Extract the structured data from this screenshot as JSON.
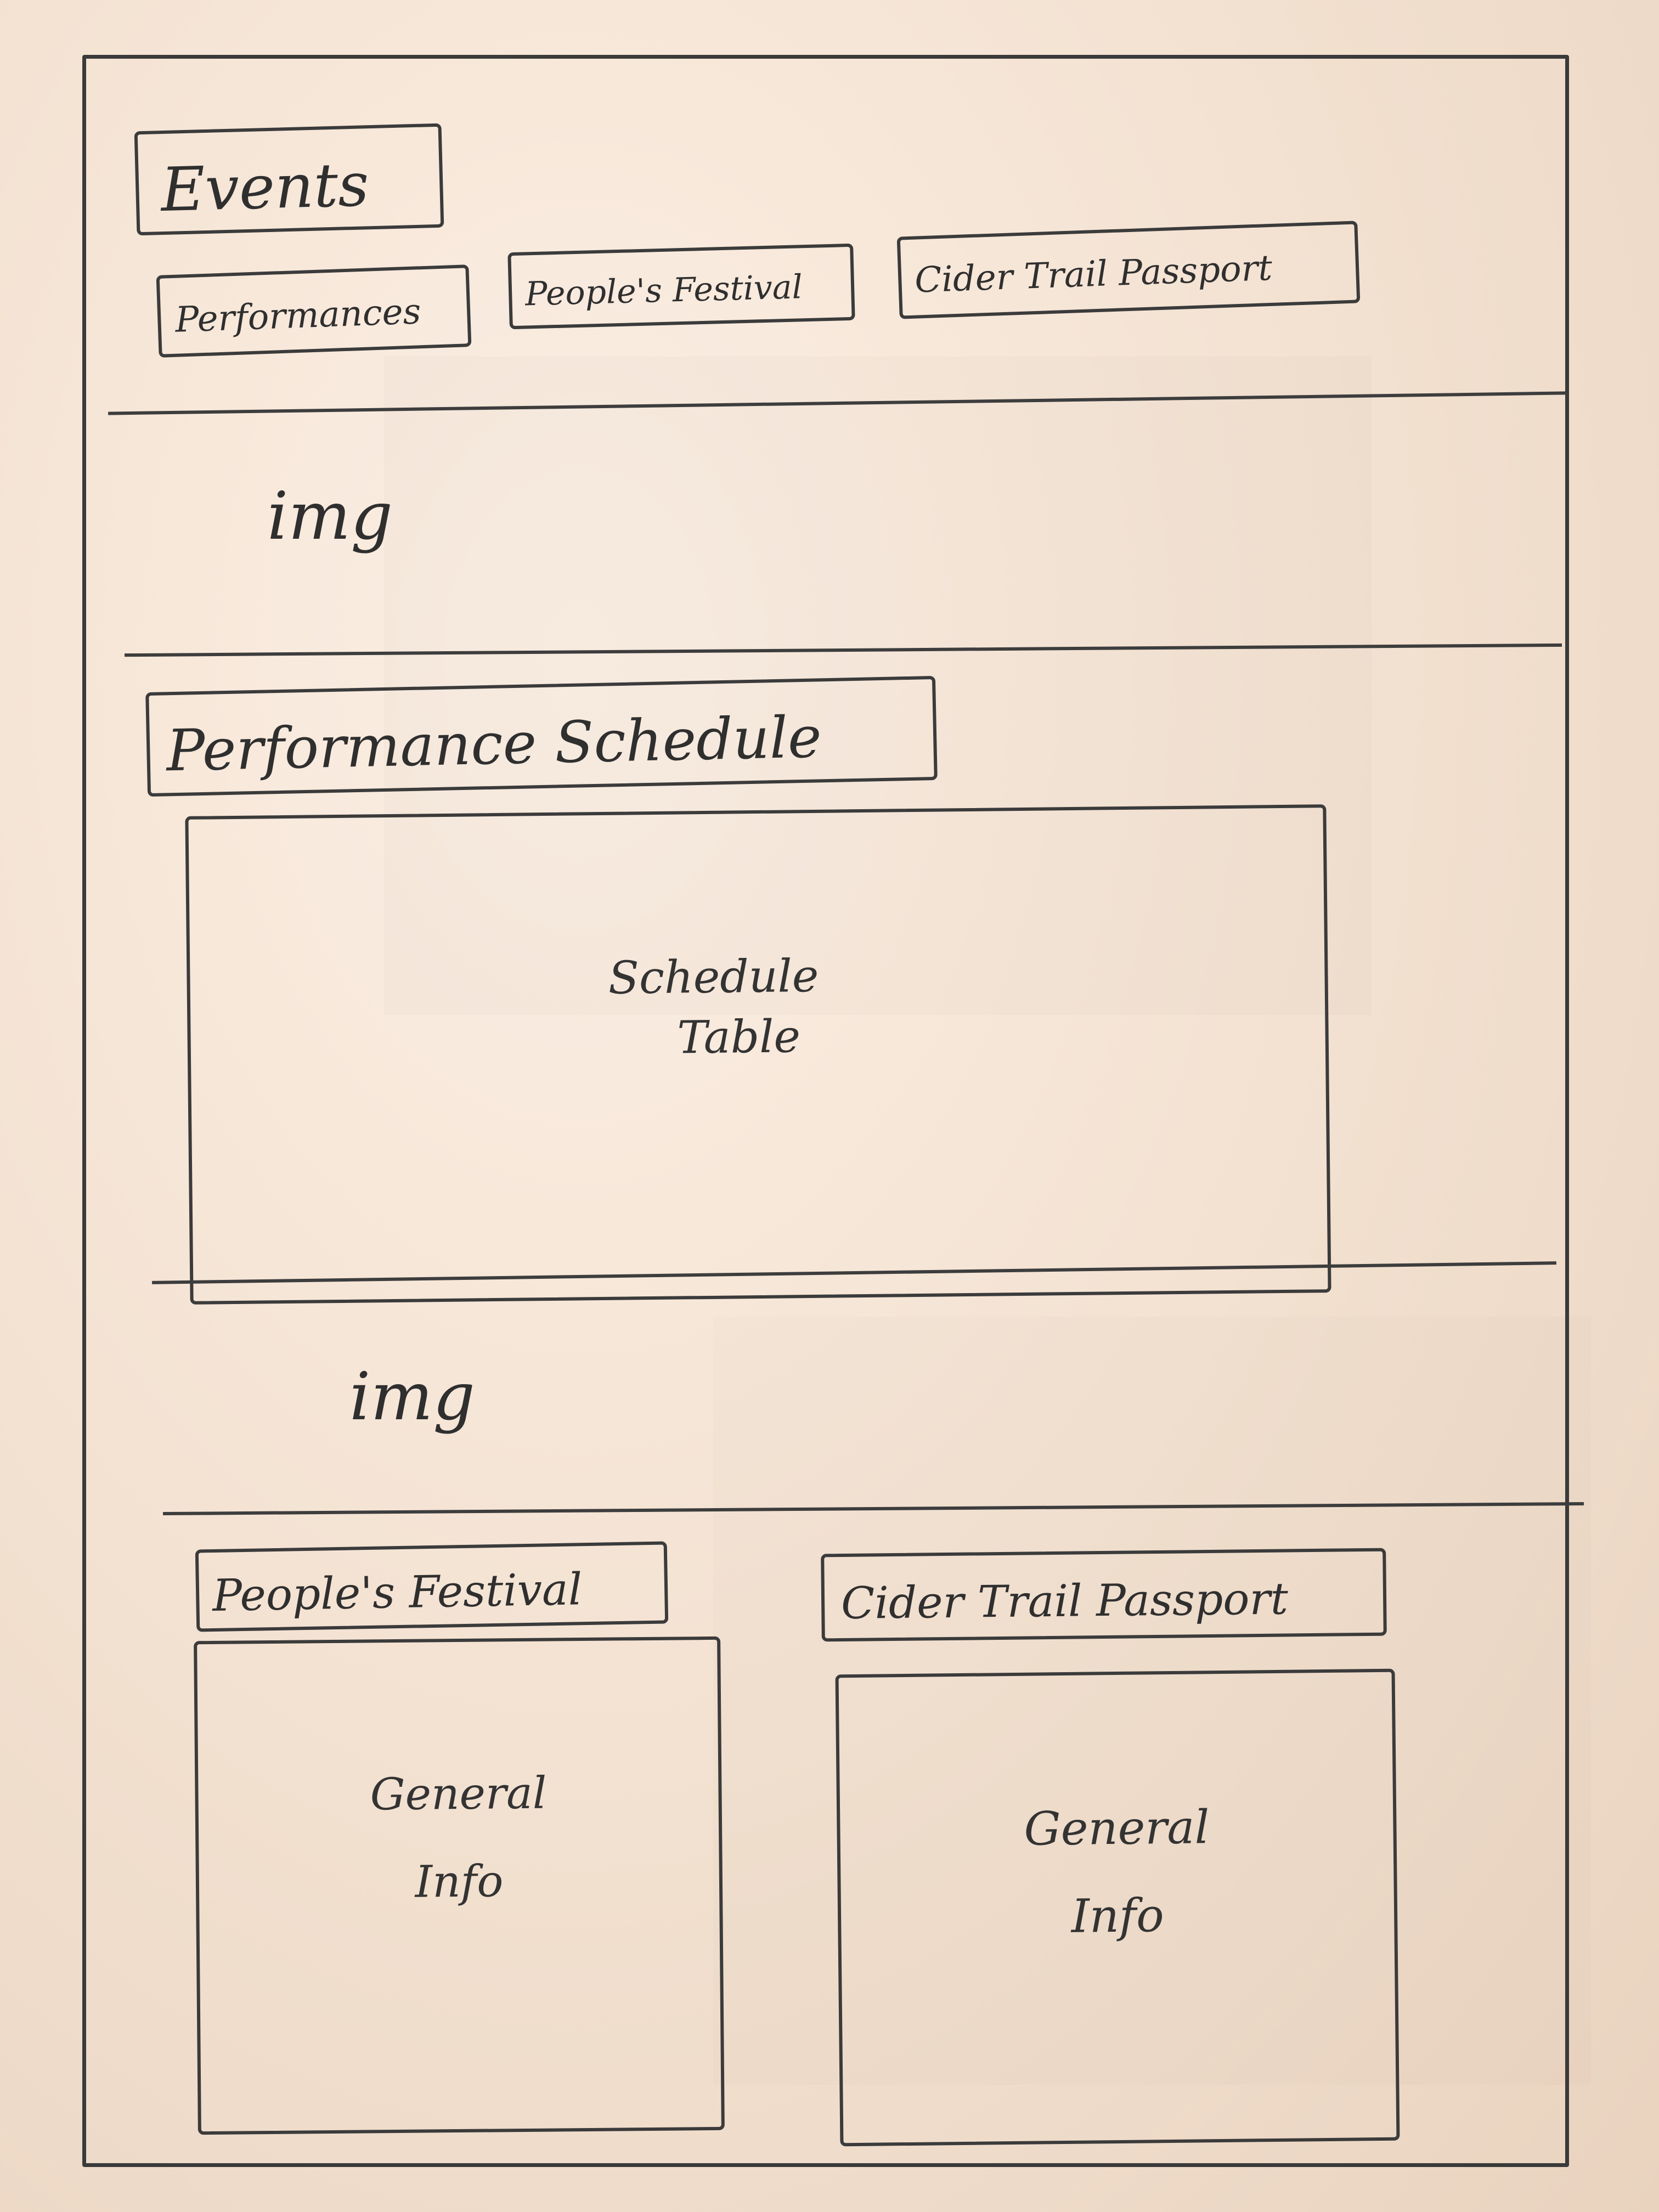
{
  "header": {
    "title": "Events"
  },
  "nav": {
    "tabs": [
      {
        "label": "Performances"
      },
      {
        "label": "People's Festival"
      },
      {
        "label": "Cider Trail Passport"
      }
    ]
  },
  "hero_image": {
    "label": "img"
  },
  "schedule": {
    "heading": "Performance Schedule",
    "table_label_line1": "Schedule",
    "table_label_line2": "Table"
  },
  "mid_image": {
    "label": "img"
  },
  "peoples_festival": {
    "heading": "People's Festival",
    "info_line1": "General",
    "info_line2": "Info"
  },
  "cider_trail": {
    "heading": "Cider Trail Passport",
    "info_line1": "General",
    "info_line2": "Info"
  }
}
